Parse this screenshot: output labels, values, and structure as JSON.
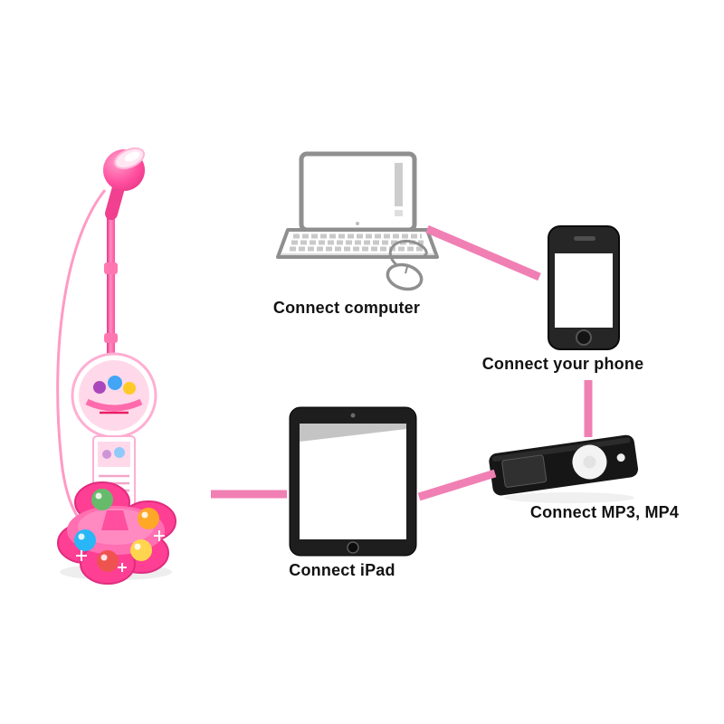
{
  "scene": {
    "background": "#ffffff",
    "connector_color": "#f07fb4",
    "labels": {
      "computer": "Connect computer",
      "phone": "Connect your phone",
      "ipad": "Connect iPad",
      "mp3": "Connect MP3, MP4"
    },
    "icons": {
      "product": "karaoke-microphone-stand-icon",
      "computer": "laptop-with-mouse-icon",
      "phone": "smartphone-icon",
      "ipad": "tablet-icon",
      "mp3": "mp3-player-icon"
    },
    "product": {
      "primary_color": "#ff4f9e",
      "base_light_colors": [
        "#ffa726",
        "#66bb6a",
        "#29b6f6",
        "#ffd54f",
        "#ef5350"
      ]
    }
  }
}
